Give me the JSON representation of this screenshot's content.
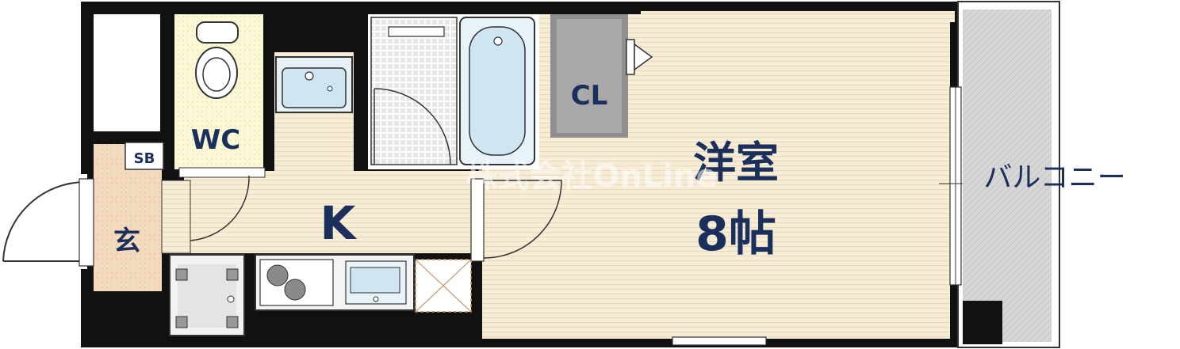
{
  "floorplan": {
    "labels": {
      "western_room_name": "洋室",
      "western_room_size": "8帖",
      "closet": "CL",
      "toilet": "WC",
      "kitchen": "K",
      "entrance": "玄",
      "shoe_box": "SB",
      "balcony": "バルコニー"
    },
    "watermark": "株式会社OnLine",
    "colors": {
      "wall": "#111111",
      "floor_wood": "#f7ecd6",
      "floor_wc": "#fbf8d8",
      "floor_entrance": "#f3d9be",
      "label_text": "#1b2f5c",
      "fixture_blue": "#cfe6f2",
      "closet_gray": "#8f8f8f",
      "balcony_gray": "#cfcfcf"
    },
    "icons": [
      "toilet-icon",
      "washbasin-icon",
      "shower-icon",
      "bathtub-icon",
      "stove-icon",
      "sink-icon",
      "washer-icon",
      "fridge-space-icon"
    ]
  }
}
